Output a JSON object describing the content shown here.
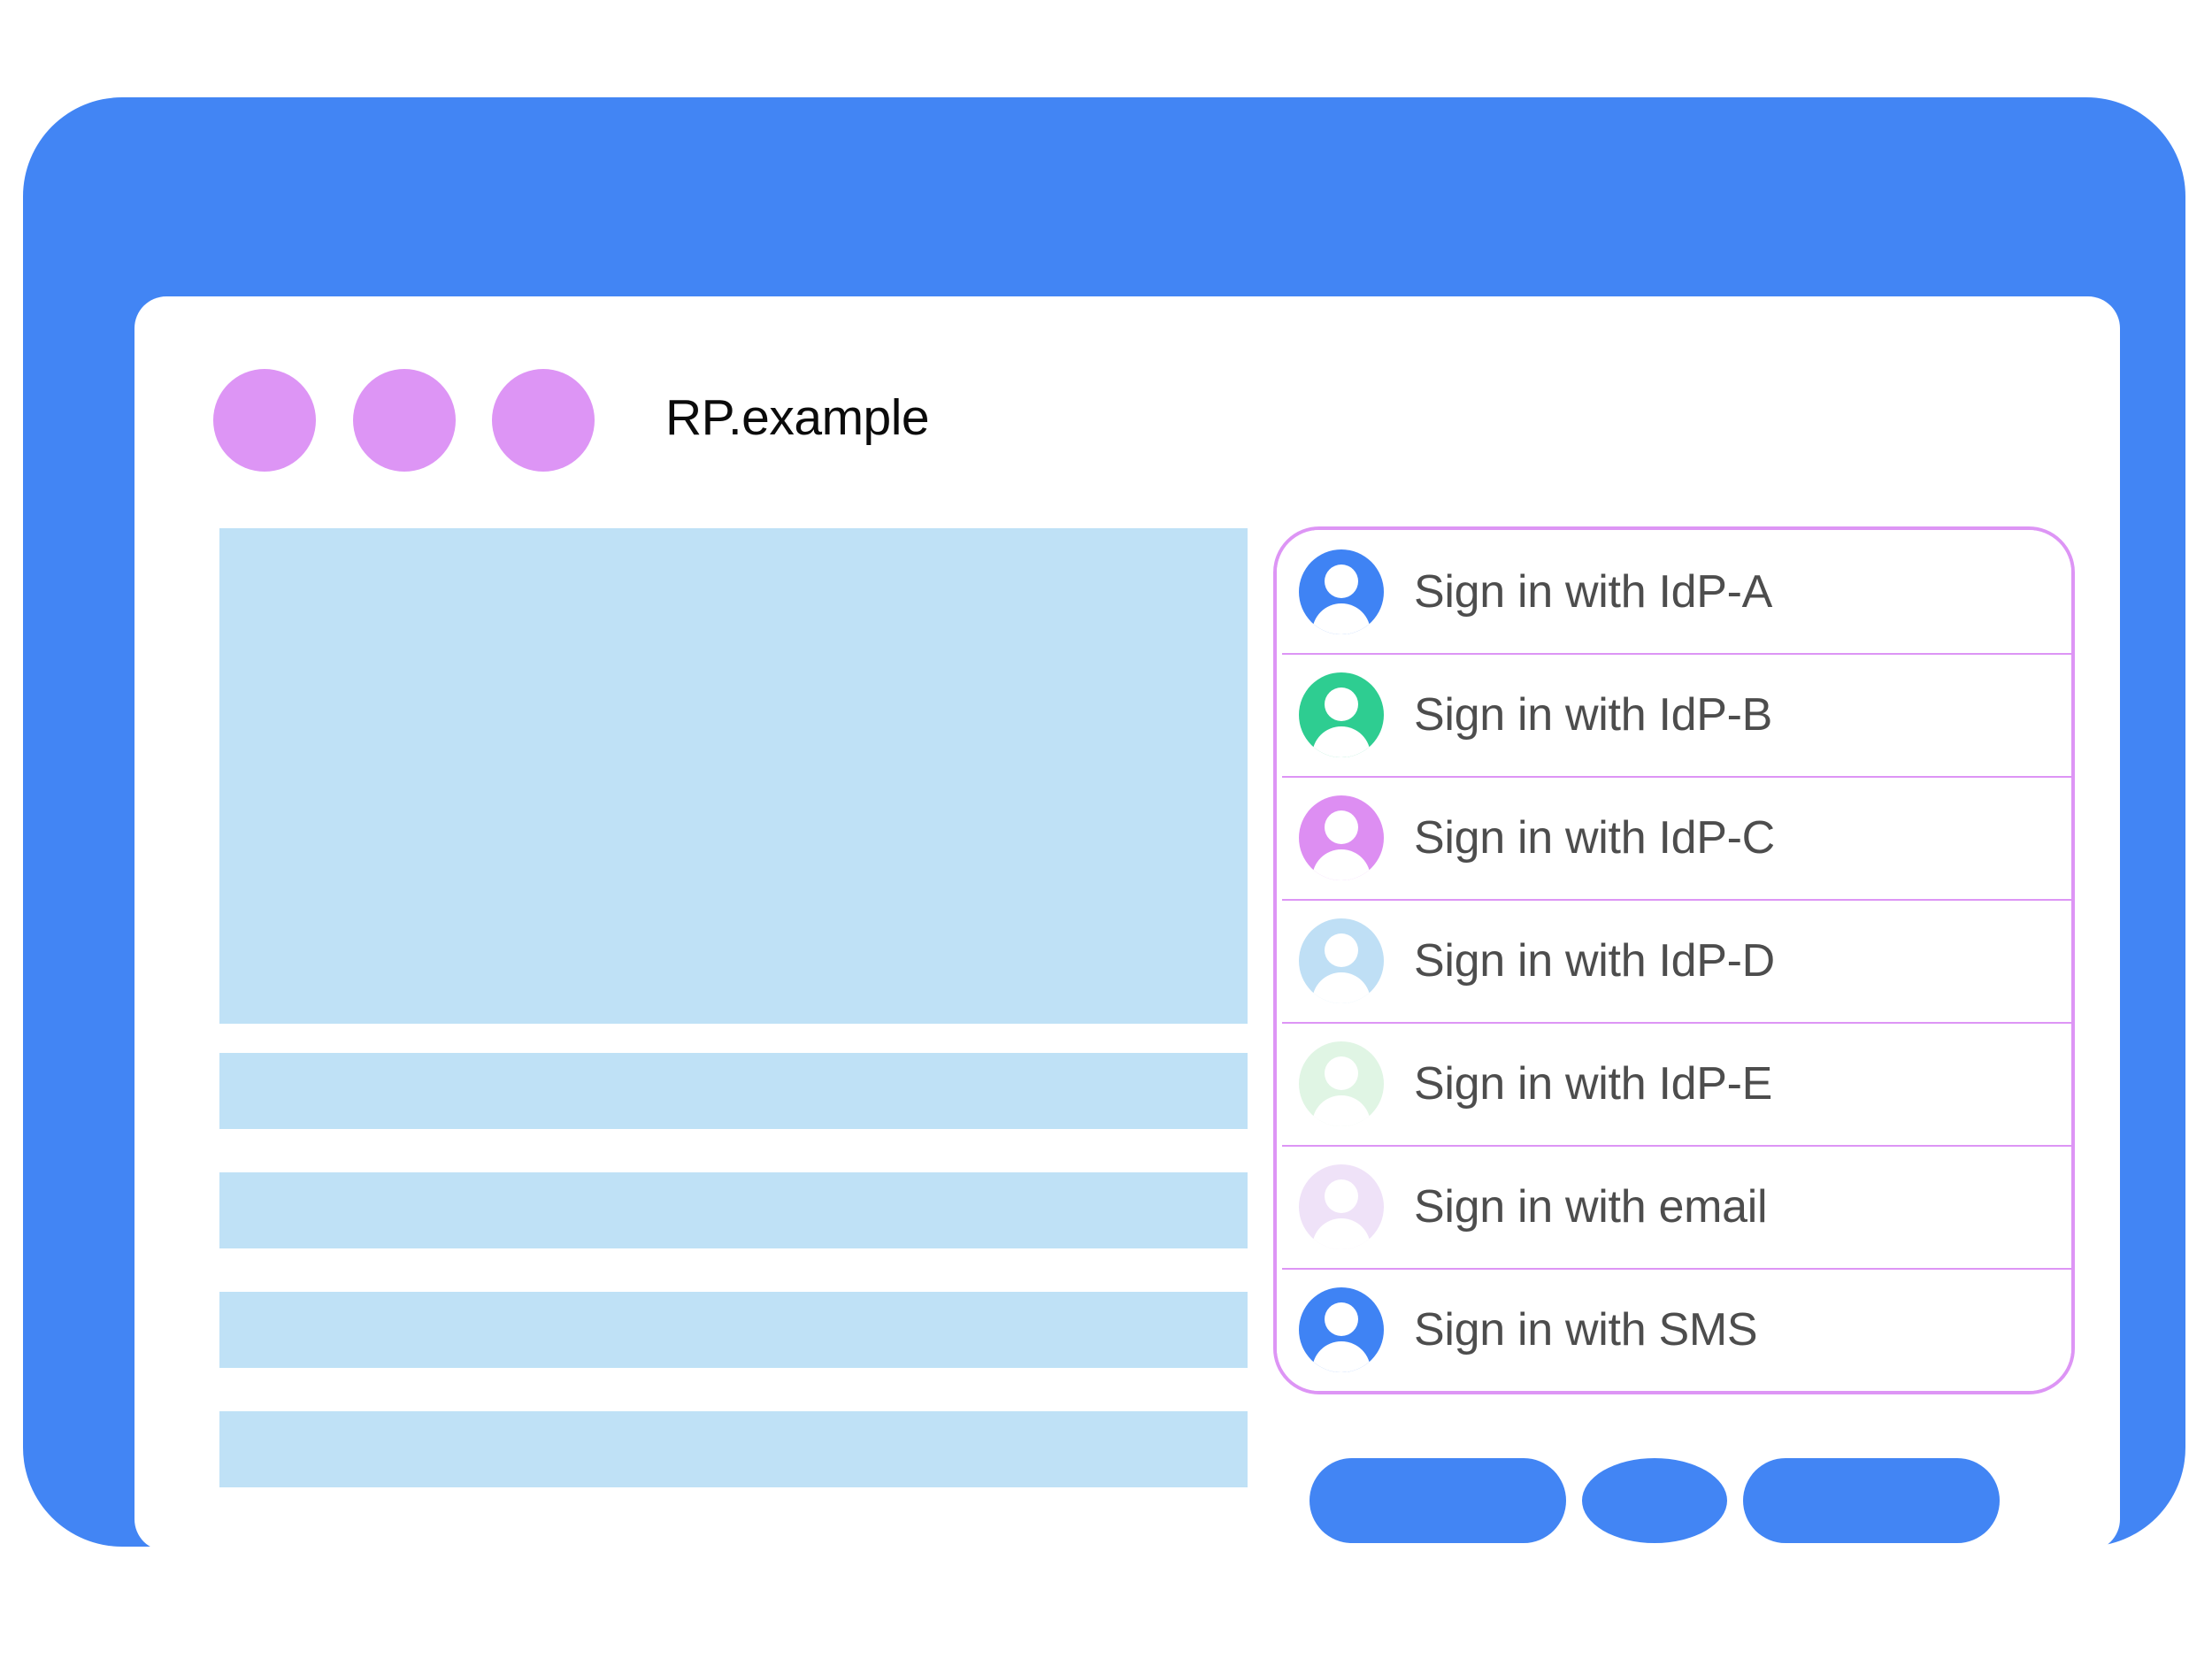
{
  "window": {
    "title": "RP.example",
    "traffic_dots": [
      "dot-1",
      "dot-2",
      "dot-3"
    ],
    "dot_color": "#dd95f5",
    "frame_color": "#4285f4",
    "screen_background": "#ffffff"
  },
  "content": {
    "placeholder_color": "#bfe1f6",
    "blocks": [
      {
        "name": "hero-placeholder",
        "kind": "hero"
      },
      {
        "name": "text-line-placeholder-1",
        "kind": "bar"
      },
      {
        "name": "text-line-placeholder-2",
        "kind": "bar"
      },
      {
        "name": "text-line-placeholder-3",
        "kind": "bar"
      },
      {
        "name": "text-line-placeholder-4",
        "kind": "bar"
      }
    ]
  },
  "account_chooser": {
    "border_color": "#dd95f5",
    "separator_color": "#dd95f5",
    "label_color": "#4d4d4d",
    "options": [
      {
        "label": "Sign in with IdP-A",
        "icon": "account-avatar-icon",
        "avatar_color": "#3f83f4"
      },
      {
        "label": "Sign in with IdP-B",
        "icon": "account-avatar-icon",
        "avatar_color": "#2ecd91"
      },
      {
        "label": "Sign in with IdP-C",
        "icon": "account-avatar-icon",
        "avatar_color": "#dd8ef2"
      },
      {
        "label": "Sign in with IdP-D",
        "icon": "account-avatar-icon",
        "avatar_color": "#bfdff5"
      },
      {
        "label": "Sign in with IdP-E",
        "icon": "account-avatar-icon",
        "avatar_color": "#e0f5e4"
      },
      {
        "label": "Sign in with email",
        "icon": "account-avatar-icon",
        "avatar_color": "#efe2f8"
      },
      {
        "label": "Sign in with SMS",
        "icon": "account-avatar-icon",
        "avatar_color": "#3f83f4"
      }
    ]
  },
  "bottom_bezel": {
    "home_button": "home-button",
    "color": "#4285f4"
  }
}
